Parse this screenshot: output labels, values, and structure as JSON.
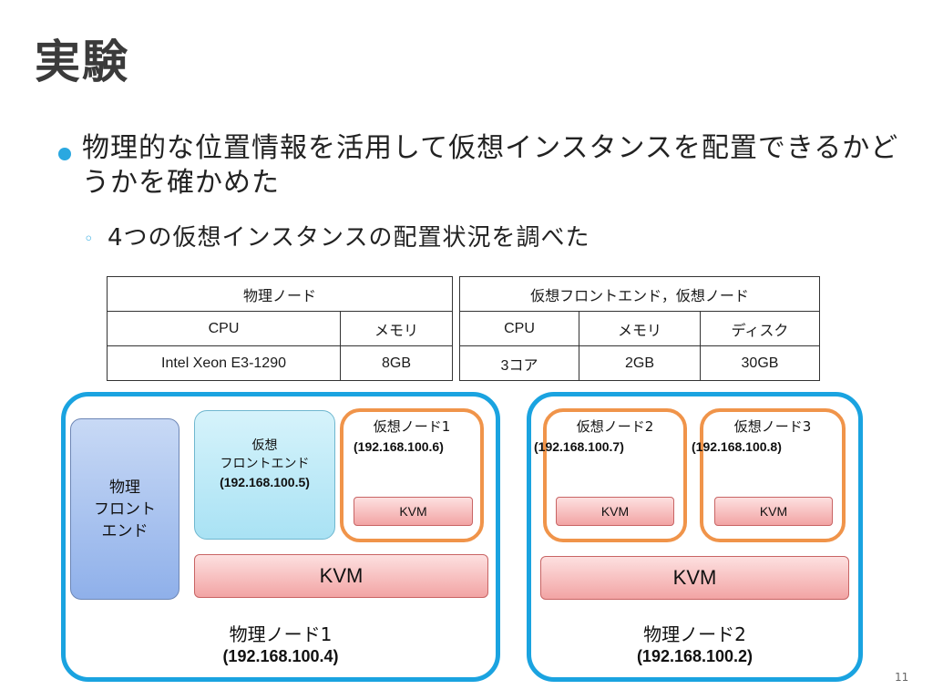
{
  "slide": {
    "title": "実験",
    "bullet": "物理的な位置情報を活用して仮想インスタンスを配置できるかどうかを確かめた",
    "sub_bullet_marker": "◦",
    "sub_bullet": "4つの仮想インスタンスの配置状況を調べた",
    "page_number": "11"
  },
  "table_physical": {
    "header": "物理ノード",
    "columns": [
      "CPU",
      "メモリ"
    ],
    "values": [
      "Intel Xeon E3-1290",
      "8GB"
    ]
  },
  "table_virtual": {
    "header": "仮想フロントエンド，仮想ノード",
    "columns": [
      "CPU",
      "メモリ",
      "ディスク"
    ],
    "values": [
      "3コア",
      "2GB",
      "30GB"
    ]
  },
  "diagram": {
    "node1": {
      "label": "物理ノード1",
      "ip": "(192.168.100.4)",
      "front_line1": "物理",
      "front_line2": "フロント",
      "front_line3": "エンド",
      "vfront_line1": "仮想",
      "vfront_line2": "フロントエンド",
      "vfront_ip": "(192.168.100.5)",
      "vnode1_label": "仮想ノード1",
      "vnode1_ip": "(192.168.100.6)",
      "vnode1_kvm": "KVM",
      "kvm": "KVM"
    },
    "node2": {
      "label": "物理ノード2",
      "ip": "(192.168.100.2)",
      "vnode2_label": "仮想ノード2",
      "vnode2_ip": "(192.168.100.7)",
      "vnode2_kvm": "KVM",
      "vnode3_label": "仮想ノード3",
      "vnode3_ip": "(192.168.100.8)",
      "vnode3_kvm": "KVM",
      "kvm": "KVM"
    }
  },
  "colors": {
    "physical_border": "#1aa3e0",
    "virtual_border": "#f0944a",
    "kvm_fill": "#f2a4a4",
    "front_fill": "#8fb0ea",
    "vfront_fill": "#a9e2f4"
  }
}
